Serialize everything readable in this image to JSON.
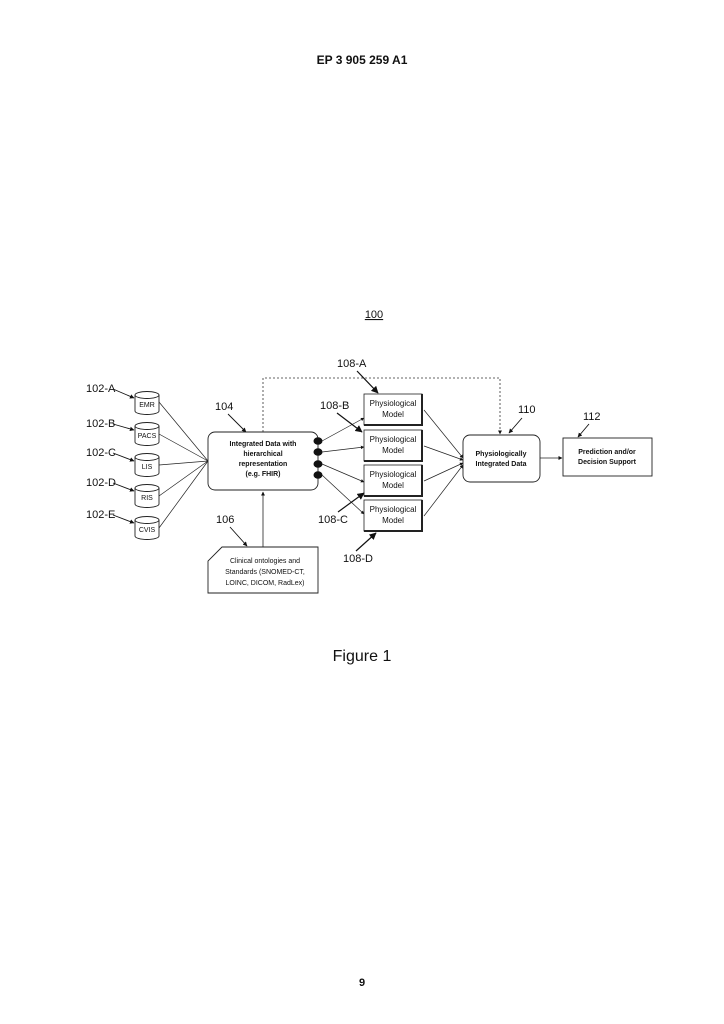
{
  "page": {
    "header": "EP 3 905 259 A1",
    "page_number": "9",
    "figure_caption": "Figure 1"
  },
  "figure": {
    "figure_ref": "100",
    "sources": [
      {
        "ref": "102-A",
        "label": "EMR"
      },
      {
        "ref": "102-B",
        "label": "PACS"
      },
      {
        "ref": "102-C",
        "label": "LIS"
      },
      {
        "ref": "102-D",
        "label": "RIS"
      },
      {
        "ref": "102-E",
        "label": "CVIS"
      }
    ],
    "integrated": {
      "ref": "104",
      "lines": [
        "Integrated Data with",
        "hierarchical",
        "representation",
        "(e.g. FHIR)"
      ]
    },
    "ontology": {
      "ref": "106",
      "lines": [
        "Clinical ontologies and",
        "Standards (SNOMED-CT,",
        "LOINC, DICOM, RadLex)"
      ]
    },
    "models": [
      {
        "ref": "108-A",
        "lines": [
          "Physiological",
          "Model"
        ]
      },
      {
        "ref": "108-B",
        "lines": [
          "Physiological",
          "Model"
        ]
      },
      {
        "ref": "108-C",
        "lines": [
          "Physiological",
          "Model"
        ]
      },
      {
        "ref": "108-D",
        "lines": [
          "Physiological",
          "Model"
        ]
      }
    ],
    "physio_data": {
      "ref": "110",
      "lines": [
        "Physiologically",
        "Integrated Data"
      ]
    },
    "prediction": {
      "ref": "112",
      "lines": [
        "Prediction and/or",
        "Decision Support"
      ]
    }
  }
}
